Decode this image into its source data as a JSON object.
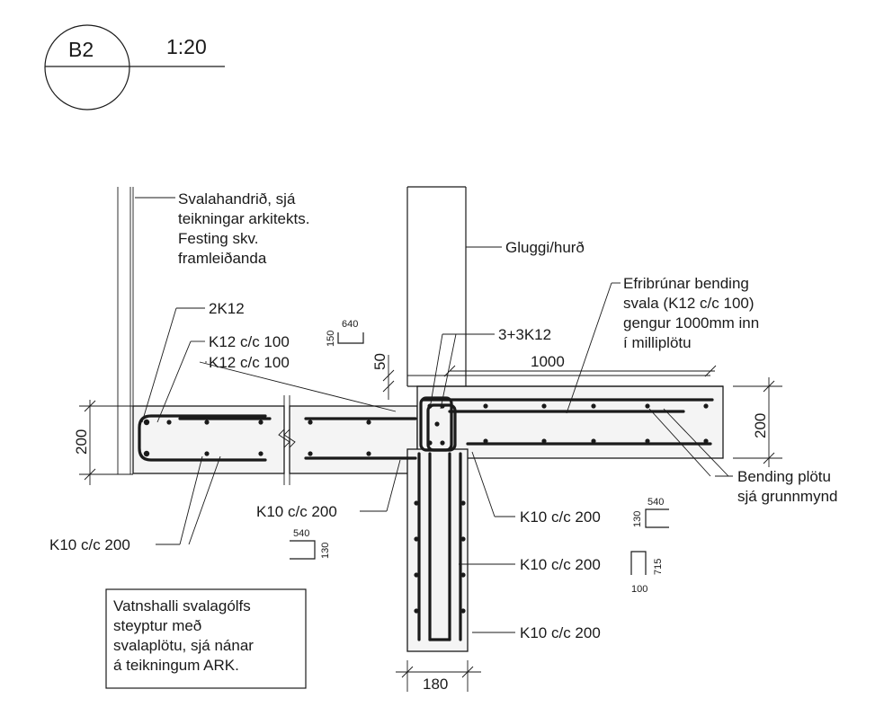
{
  "title_block": {
    "detail_id": "B2",
    "scale": "1:20"
  },
  "labels": {
    "railing": [
      "Svalahandrið, sjá",
      "teikningar arkitekts.",
      "Festing skv.",
      "framleiðanda"
    ],
    "window": "Gluggi/hurð",
    "top_bend": [
      "Efribrúnar bending",
      "svala (K12 c/c 100)",
      "gengur 1000mm inn",
      "í milliplötu"
    ],
    "bar_2k12": "2K12",
    "bar_k12_a": "K12 c/c 100",
    "bar_k12_b": "K12 c/c 100",
    "bar_3k12": "3+3K12",
    "dim_1000": "1000",
    "dim_50": "50",
    "dim_200_left": "200",
    "dim_200_right": "200",
    "bottom_bend": [
      "Bending plötu",
      "sjá grunnmynd"
    ],
    "bar_k10_mid": "K10 c/c 200",
    "bar_k10_left": "K10 c/c 200",
    "bar_k10_r1": "K10 c/c 200",
    "bar_k10_r2": "K10 c/c 200",
    "bar_k10_r3": "K10 c/c 200",
    "dim_180": "180",
    "note": [
      "Vatnshalli svalagólfs",
      "steyptur með",
      "svalaplötu, sjá nánar",
      "á teikningum ARK."
    ]
  },
  "bar_shapes": {
    "shape_a": {
      "length": "640",
      "hook": "150"
    },
    "shape_b": {
      "length": "540",
      "hook": "130"
    },
    "shape_c": {
      "length": "540",
      "hook": "130"
    },
    "shape_d": {
      "length": "715",
      "hook": "100"
    }
  }
}
